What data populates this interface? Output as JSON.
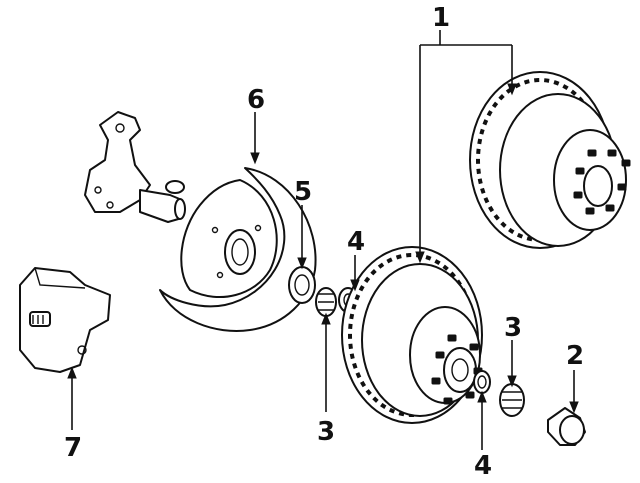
{
  "callouts": [
    {
      "id": "c1",
      "text": "1"
    },
    {
      "id": "c2",
      "text": "2"
    },
    {
      "id": "c3a",
      "text": "3"
    },
    {
      "id": "c3b",
      "text": "3"
    },
    {
      "id": "c4a",
      "text": "4"
    },
    {
      "id": "c4b",
      "text": "4"
    },
    {
      "id": "c5",
      "text": "5"
    },
    {
      "id": "c6",
      "text": "6"
    },
    {
      "id": "c7",
      "text": "7"
    }
  ]
}
